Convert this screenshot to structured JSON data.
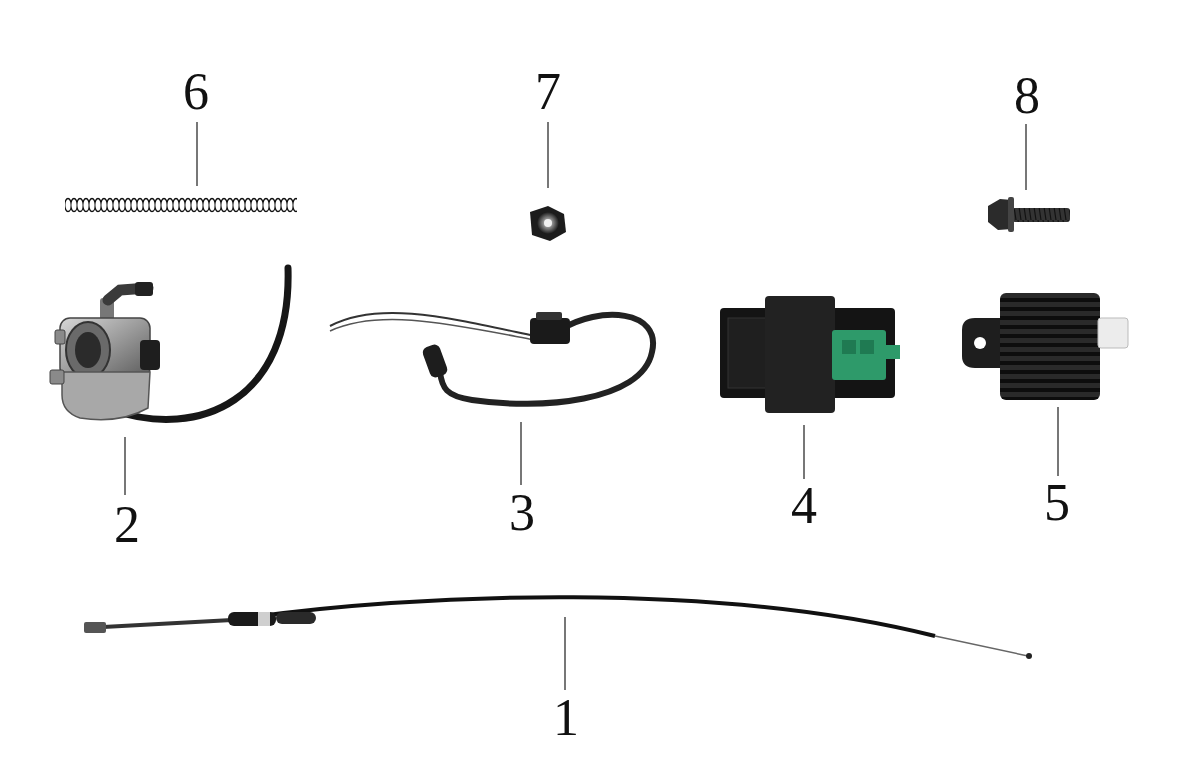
{
  "diagram": {
    "labels": [
      "6",
      "7",
      "8",
      "2",
      "3",
      "4",
      "5",
      "1"
    ]
  }
}
